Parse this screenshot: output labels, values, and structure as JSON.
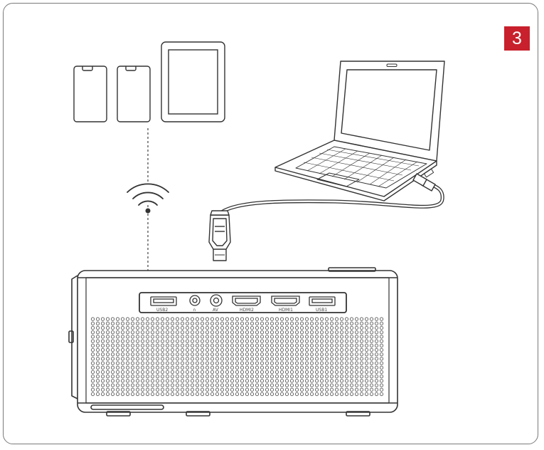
{
  "step_badge": {
    "number": "3",
    "color": "#c8202c"
  },
  "devices": {
    "phones": [
      "phone-icon",
      "phone-icon"
    ],
    "tablet": "tablet-icon",
    "laptop": "laptop-icon",
    "wireless": "wifi-icon",
    "cable": "hdmi-cable-icon"
  },
  "projector": {
    "ports": {
      "usb2": "USB2",
      "headphone": "∩",
      "av": "AV",
      "hdmi2": "HDMI2",
      "hdmi1": "HDMI1",
      "usb1": "USB1"
    }
  }
}
